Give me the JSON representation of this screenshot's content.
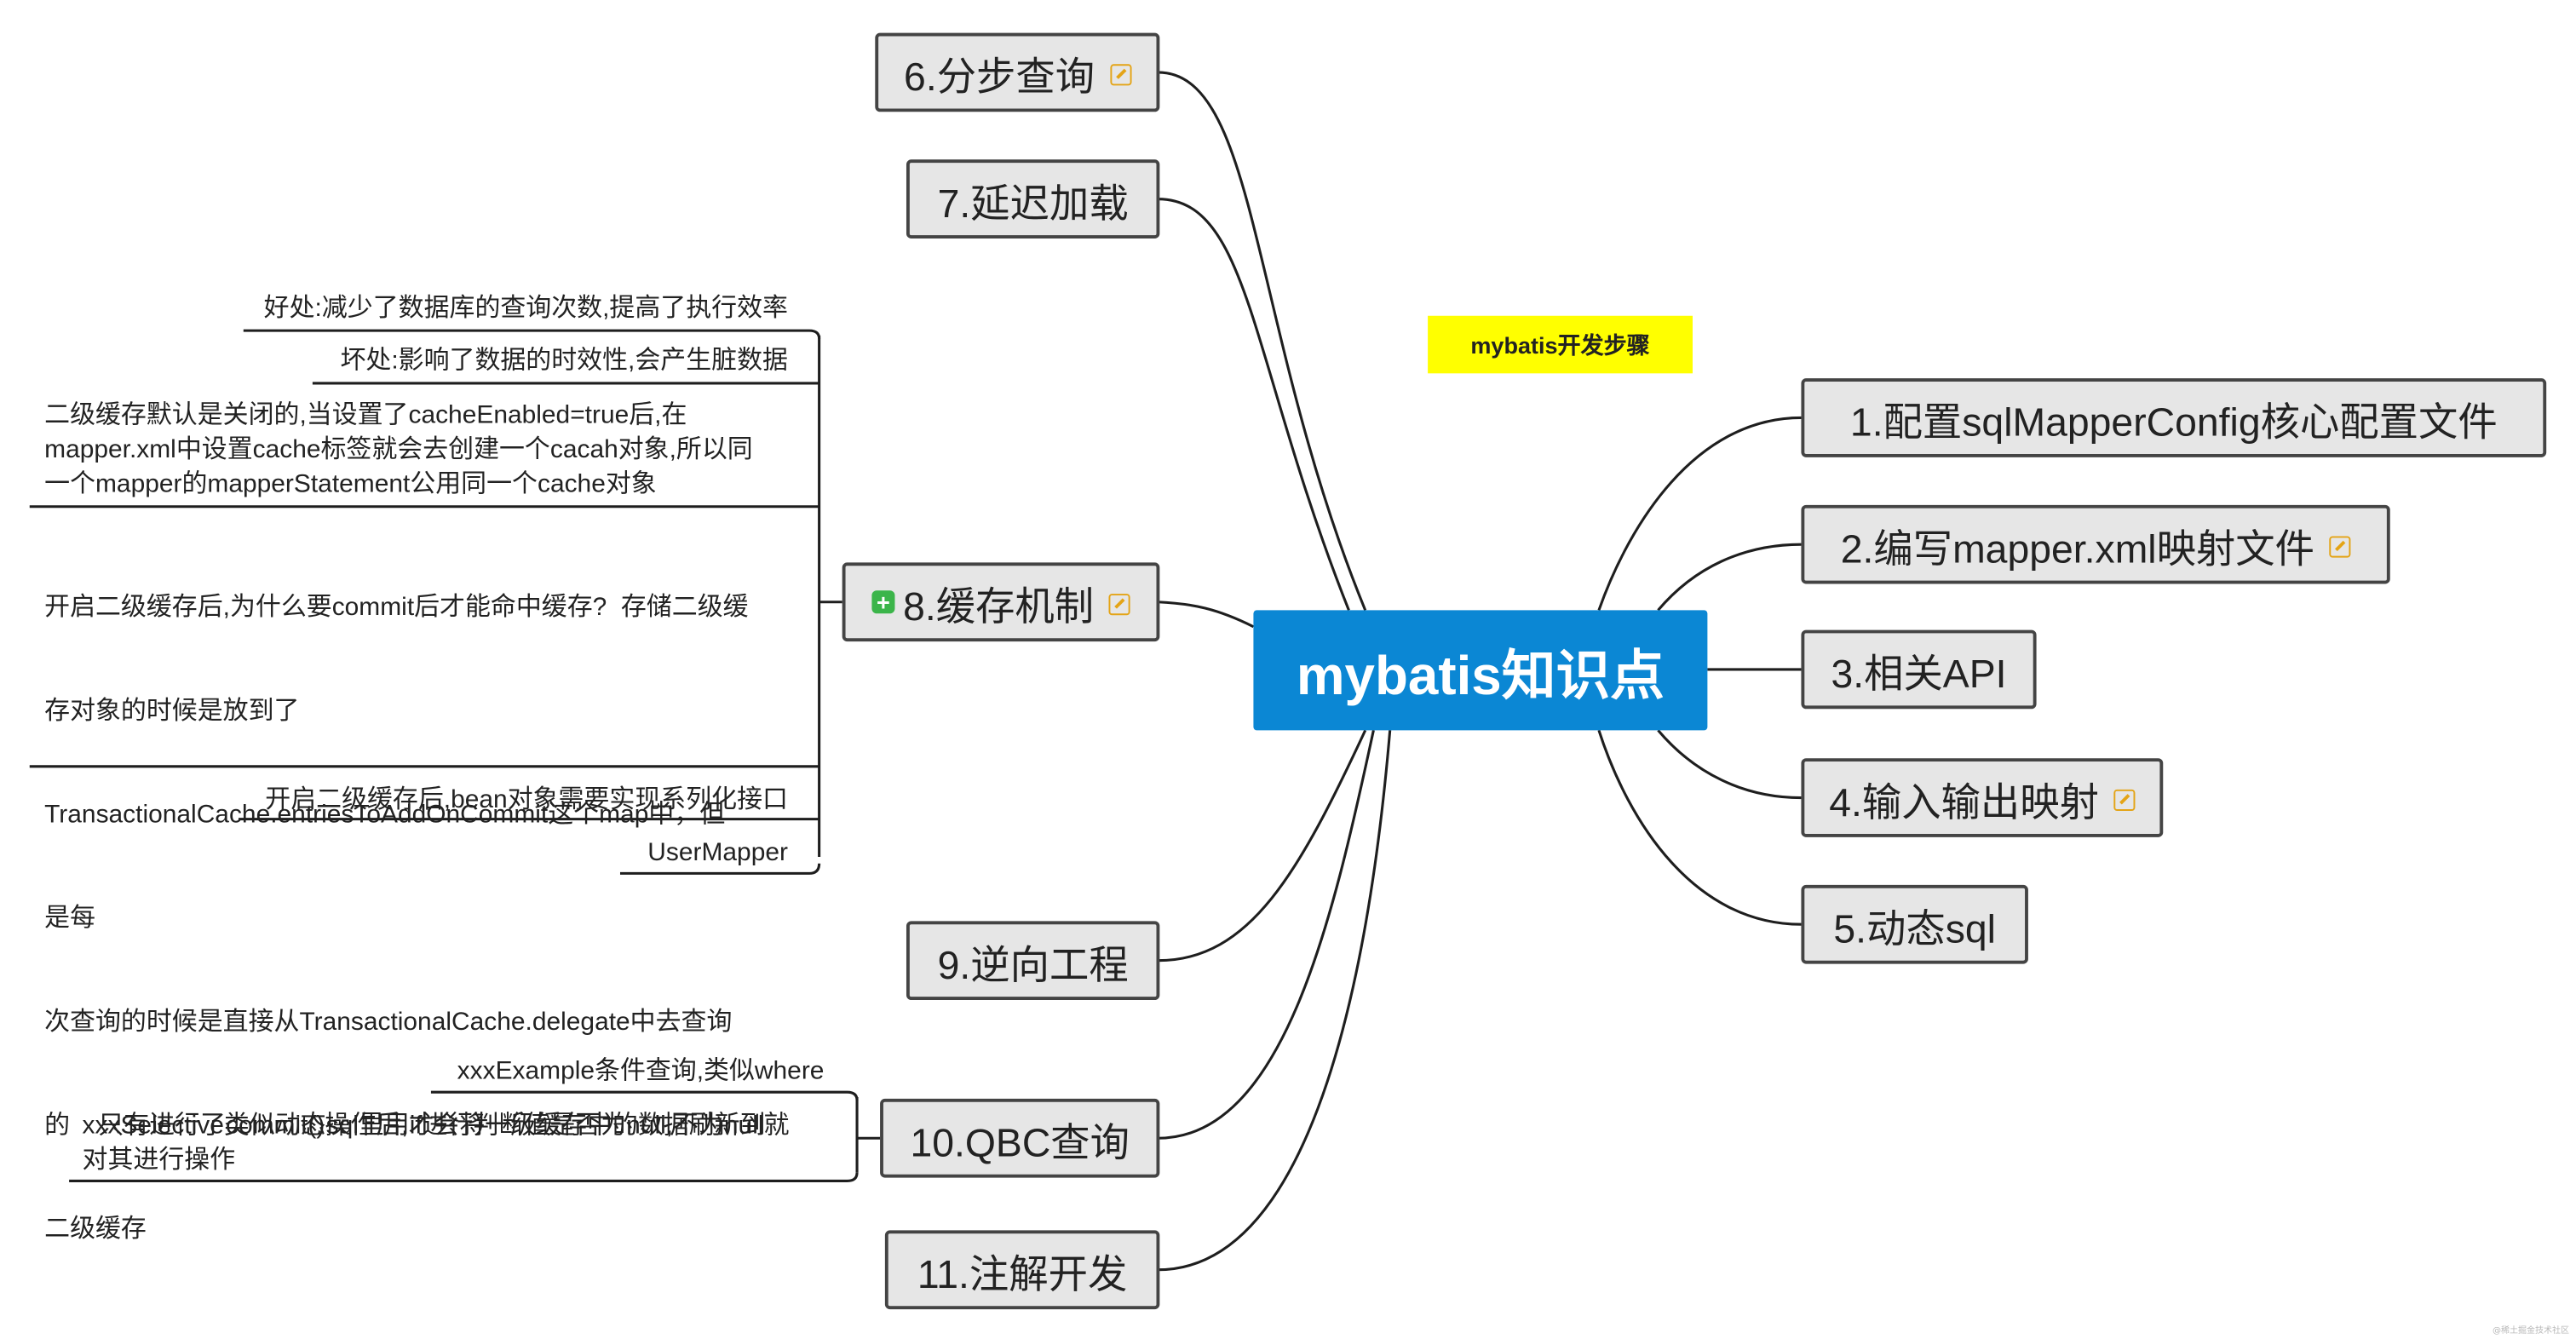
{
  "central_topic": "mybatis知识点",
  "floating_topic": "mybatis开发步骤",
  "right_branches": [
    {
      "label": "1.配置sqlMapperConfig核心配置文件",
      "has_note": false
    },
    {
      "label": "2.编写mapper.xml映射文件",
      "has_note": true
    },
    {
      "label": "3.相关API",
      "has_note": false
    },
    {
      "label": "4.输入输出映射",
      "has_note": true
    },
    {
      "label": "5.动态sql",
      "has_note": false
    }
  ],
  "left_branches": [
    {
      "label": "6.分步查询",
      "has_note": true
    },
    {
      "label": "7.延迟加载",
      "has_note": false
    },
    {
      "label": "8.缓存机制",
      "has_note": true,
      "collapsed_marker": "+",
      "children": [
        "好处:减少了数据库的查询次数,提高了执行效率",
        "坏处:影响了数据的时效性,会产生脏数据",
        [
          "二级缓存默认是关闭的,当设置了cacheEnabled=true后,在",
          "mapper.xml中设置cache标签就会去创建一个cacah对象,所以同",
          "一个mapper的mapperStatement公用同一个cache对象"
        ],
        [
          "开启二级缓存后,为什么要commit后才能命中缓存?  存储二级缓",
          "存对象的时候是放到了",
          "TransactionalCache.entriesToAddOnCommit这个map中，但",
          "是每",
          "次查询的时候是直接从TransactionalCache.delegate中去查询",
          "的    只有进行了commit()操作后,才会将一级缓存中的数据刷新到",
          "二级缓存"
        ],
        "开启二级缓存后,bean对象需要实现系列化接口",
        "UserMapper"
      ]
    },
    {
      "label": "9.逆向工程",
      "has_note": false
    },
    {
      "label": "10.QBC查询",
      "has_note": false,
      "children": [
        "xxxExample条件查询,类似where",
        [
          "xxxSelective类似动态sql里用if进行判断值是否为null,不为null就",
          "对其进行操作"
        ]
      ]
    },
    {
      "label": "11.注解开发",
      "has_note": false
    }
  ],
  "watermark": "@稀土掘金技术社区",
  "colors": {
    "central": "#0b87d4",
    "floating": "#ffff00",
    "node_fill": "#e6e6e6",
    "line": "#1e1e1e",
    "note_icon": "#e4a416",
    "expand_icon": "#3bb54a"
  }
}
